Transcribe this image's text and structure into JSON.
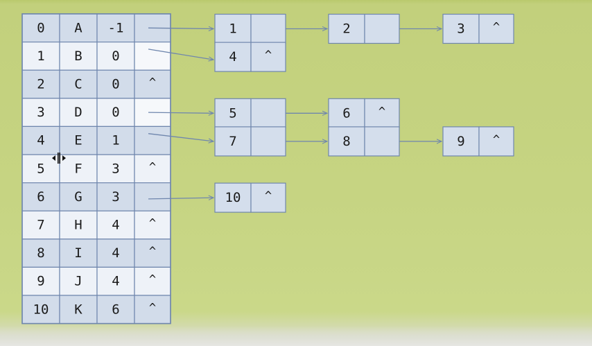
{
  "table": {
    "rows": [
      {
        "index": "0",
        "letter": "A",
        "parent": "-1",
        "pointer": ""
      },
      {
        "index": "1",
        "letter": "B",
        "parent": "0",
        "pointer": ""
      },
      {
        "index": "2",
        "letter": "C",
        "parent": "0",
        "pointer": "^"
      },
      {
        "index": "3",
        "letter": "D",
        "parent": "0",
        "pointer": ""
      },
      {
        "index": "4",
        "letter": "E",
        "parent": "1",
        "pointer": ""
      },
      {
        "index": "5",
        "letter": "F",
        "parent": "3",
        "pointer": "^"
      },
      {
        "index": "6",
        "letter": "G",
        "parent": "3",
        "pointer": ""
      },
      {
        "index": "7",
        "letter": "H",
        "parent": "4",
        "pointer": "^"
      },
      {
        "index": "8",
        "letter": "I",
        "parent": "4",
        "pointer": "^"
      },
      {
        "index": "9",
        "letter": "J",
        "parent": "4",
        "pointer": "^"
      },
      {
        "index": "10",
        "letter": "K",
        "parent": "6",
        "pointer": "^"
      }
    ]
  },
  "lists": [
    {
      "row": 0,
      "nodes": [
        {
          "value": "1",
          "next": ""
        },
        {
          "value": "2",
          "next": ""
        },
        {
          "value": "3",
          "next": "^"
        }
      ]
    },
    {
      "row": 1,
      "nodes": [
        {
          "value": "4",
          "next": "^"
        }
      ]
    },
    {
      "row": 3,
      "nodes": [
        {
          "value": "5",
          "next": ""
        },
        {
          "value": "6",
          "next": "^"
        }
      ]
    },
    {
      "row": 4,
      "nodes": [
        {
          "value": "7",
          "next": ""
        },
        {
          "value": "8",
          "next": ""
        },
        {
          "value": "9",
          "next": "^"
        }
      ]
    },
    {
      "row": 6,
      "nodes": [
        {
          "value": "10",
          "next": "^"
        }
      ]
    }
  ],
  "colors": {
    "background": "#c4d27f",
    "cell_light": "#eef2f8",
    "cell_dark": "#d2dcea",
    "node_fill": "#d4deec",
    "border": "#6f86ad",
    "arrow": "#6f86ad",
    "text": "#1a1a1a"
  },
  "icons": {
    "cursor": "column-resize-cursor-icon"
  }
}
